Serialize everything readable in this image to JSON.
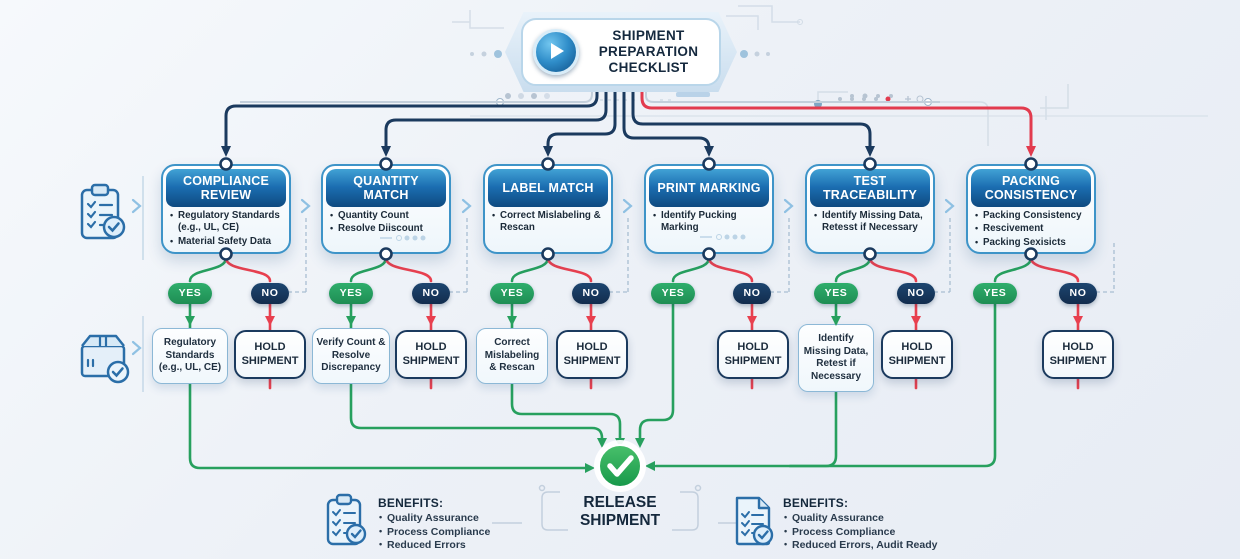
{
  "header": {
    "title": "SHIPMENT PREPARATION CHECKLIST"
  },
  "checkpoints": [
    {
      "title": "COMPLIANCE REVIEW",
      "bullets": [
        "Regulatory Standards (e.g., UL, CE)",
        "Material Safety Data"
      ],
      "yes": "YES",
      "no": "NO",
      "yes_action": "Regulatory Standards (e.g., UL, CE)",
      "no_action": "HOLD SHIPMENT"
    },
    {
      "title": "QUANTITY MATCH",
      "bullets": [
        "Quantity Count",
        "Resolve Diiscount"
      ],
      "yes": "YES",
      "no": "NO",
      "yes_action": "Verify Count & Resolve Discrepancy",
      "no_action": "HOLD SHIPMENT"
    },
    {
      "title": "LABEL MATCH",
      "bullets": [
        "Correct Mislabeling & Rescan"
      ],
      "yes": "YES",
      "no": "NO",
      "yes_action": "Correct Mislabeling & Rescan",
      "no_action": "HOLD SHIPMENT"
    },
    {
      "title": "PRINT MARKING",
      "bullets": [
        "Identify Pucking Marking"
      ],
      "yes": "YES",
      "no": "NO",
      "no_action": "HOLD SHIPMENT"
    },
    {
      "title": "TEST TRACEABILITY",
      "bullets": [
        "Identify Missing Data, Retesst if Necessary"
      ],
      "yes": "YES",
      "no": "NO",
      "yes_action": "Identify Missing Data, Retest if Necessary",
      "no_action": "HOLD SHIPMENT"
    },
    {
      "title": "PACKING CONSISTENCY",
      "bullets": [
        "Packing Consistency",
        "Rescivement",
        "Packing Sexisicts"
      ],
      "yes": "YES",
      "no": "NO",
      "no_action": "HOLD SHIPMENT"
    }
  ],
  "release": {
    "label": "RELEASE SHIPMENT"
  },
  "benefits_left": {
    "heading": "BENEFITS:",
    "items": [
      "Quality Assurance",
      "Process Compliance",
      "Reduced Errors"
    ]
  },
  "benefits_right": {
    "heading": "BENEFITS:",
    "items": [
      "Quality Assurance",
      "Process Compliance",
      "Reduced Errors, Audit Ready"
    ]
  },
  "icons": {
    "header": "play-icon",
    "left_top": "clipboard-check-icon",
    "left_bottom": "package-check-icon",
    "release": "check-circle-icon",
    "benefits_left": "clipboard-check-icon",
    "benefits_right": "document-check-icon"
  },
  "colors": {
    "navy": "#1b3a5e",
    "blue": "#2e86b8",
    "green": "#27a05e",
    "red": "#e8404f",
    "badge_yes": "#27a05e",
    "badge_no": "#16365c"
  }
}
